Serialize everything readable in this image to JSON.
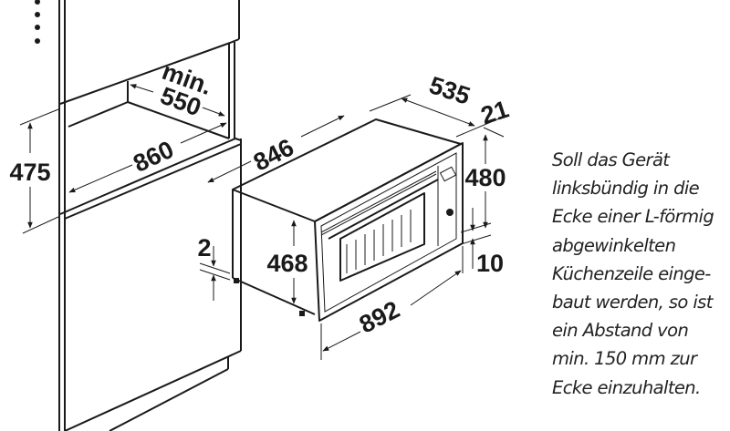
{
  "dimensions": {
    "cabinet_niche_height": "475",
    "cabinet_niche_width": "860",
    "cabinet_depth_min": "min.",
    "cabinet_depth_value": "550",
    "oven_width_body": "846",
    "oven_depth": "535",
    "front_thickness": "21",
    "front_height": "480",
    "body_height": "468",
    "bottom_offset": "10",
    "front_width": "892",
    "gap": "2"
  },
  "note": {
    "lines": [
      "Soll das Gerät",
      "linksbündig in die",
      "Ecke einer L-förmig",
      "abgewinkelten",
      "Küchenzeile einge-",
      "baut werden, so ist",
      "ein Abstand von",
      "min. 150 mm zur",
      "Ecke einzuhalten."
    ]
  }
}
